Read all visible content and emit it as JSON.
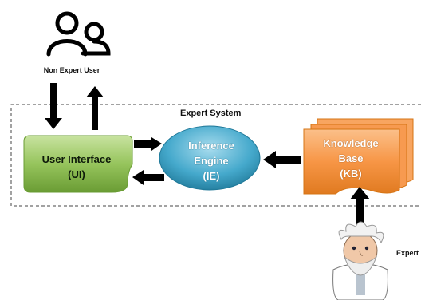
{
  "labels": {
    "non_expert_user": "Non Expert User",
    "expert_system": "Expert System",
    "expert": "Expert"
  },
  "components": {
    "user_interface": {
      "line1": "User Interface",
      "line2": "(UI)"
    },
    "inference_engine": {
      "line1": "Inference",
      "line2": "Engine",
      "line3": "(IE)"
    },
    "knowledge_base": {
      "line1": "Knowledge",
      "line2": "Base",
      "line3": "(KB)"
    }
  },
  "colors": {
    "user_interface": "#8fbf52",
    "inference_engine": "#3ea8cc",
    "knowledge_base": "#f79646",
    "arrows": "#000000"
  },
  "icons": {
    "non_expert_user": "users-icon",
    "expert": "scientist-icon"
  }
}
